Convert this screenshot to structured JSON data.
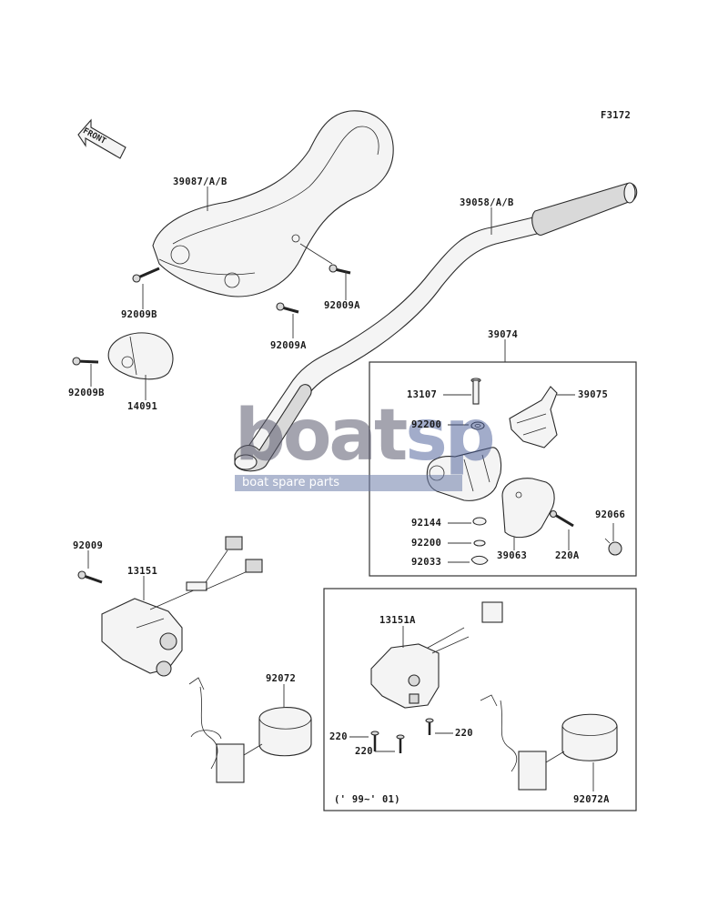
{
  "figure_code": "F3172",
  "direction_label": "FRONT",
  "watermark": {
    "brand_left": "boat",
    "brand_right": "sp",
    "tagline": "boat spare parts"
  },
  "year_note": "(' 99~' 01)",
  "parts": {
    "p39087": "39087/A/B",
    "p39058": "39058/A/B",
    "p92009B_top": "92009B",
    "p92009A_a": "92009A",
    "p92009A_b": "92009A",
    "p92009B_left": "92009B",
    "p14091": "14091",
    "p39074": "39074",
    "p13107": "13107",
    "p39075": "39075",
    "p92200_a": "92200",
    "p92144": "92144",
    "p92200_b": "92200",
    "p92033": "92033",
    "p39063": "39063",
    "p220A": "220A",
    "p92066": "92066",
    "p92009": "92009",
    "p13151": "13151",
    "p92072": "92072",
    "p13151A": "13151A",
    "p220_a": "220",
    "p220_b": "220",
    "p220_c": "220",
    "p92072A": "92072A"
  }
}
